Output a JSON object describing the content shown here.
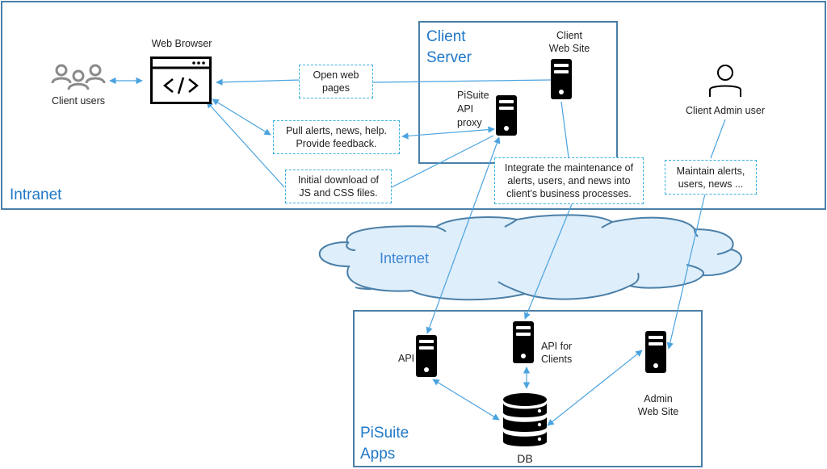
{
  "zones": {
    "intranet": "Intranet",
    "client_server": "Client\nServer",
    "internet": "Internet",
    "pisuite_apps": "PiSuite\nApps"
  },
  "nodes": {
    "client_users": "Client users",
    "web_browser": "Web Browser",
    "client_web_site": "Client\nWeb Site",
    "api_proxy": "PiSuite\nAPI\nproxy",
    "client_admin_user": "Client Admin user",
    "api": "API",
    "api_for_clients": "API for\nClients",
    "admin_web_site": "Admin\nWeb Site",
    "db": "DB"
  },
  "notes": {
    "open_web_pages": "Open web\npages",
    "pull_alerts": "Pull alerts, news, help.\nProvide feedback.",
    "initial_download": "Initial download of\nJS and CSS files.",
    "integrate": "Integrate the maintenance of\nalerts, users, and news into\nclient’s business processes.",
    "maintain": "Maintain alerts,\nusers, news ..."
  },
  "icons": {
    "users": "users-group-icon",
    "browser": "browser-code-icon",
    "server": "server-icon",
    "person": "person-icon",
    "database": "database-icon",
    "cloud": "cloud-icon"
  },
  "colors": {
    "zone_border": "#4a7fa8",
    "zone_label": "#1f78c8",
    "connector": "#4aa3df",
    "note_border": "#3ab0e0",
    "cloud_fill": "#deeefa",
    "cloud_stroke": "#4a7fa8"
  }
}
